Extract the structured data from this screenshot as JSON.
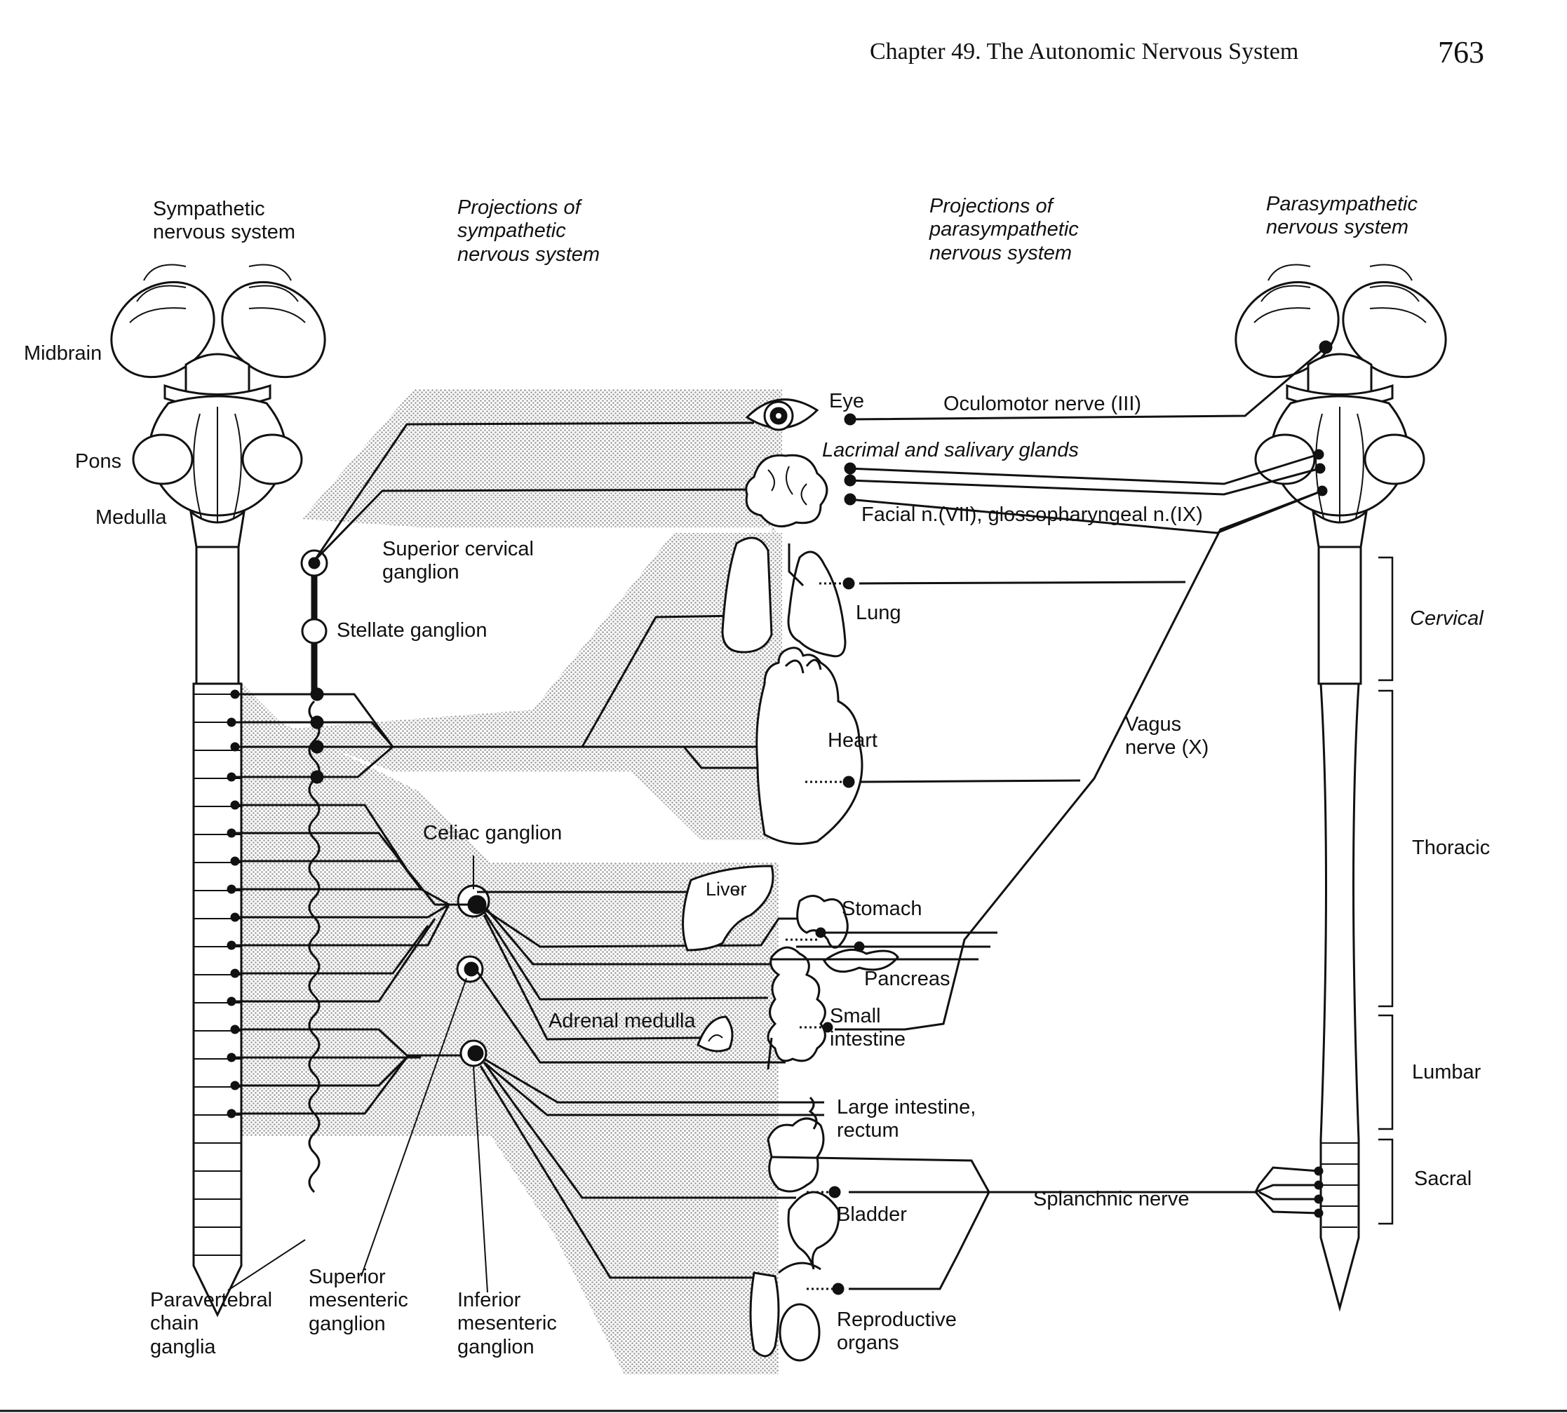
{
  "header": {
    "running_title": "Chapter 49.  The Autonomic Nervous System",
    "page_number": "763"
  },
  "columns": {
    "sympathetic": "Sympathetic\nnervous system",
    "sympathetic_projections": "Projections of\nsympathetic\nnervous system",
    "parasympathetic_projections": "Projections of\nparasympathetic\nnervous system",
    "parasympathetic": "Parasympathetic\nnervous system"
  },
  "brain_labels": {
    "midbrain": "Midbrain",
    "pons": "Pons",
    "medulla": "Medulla"
  },
  "ganglia": {
    "superior_cervical": "Superior cervical\nganglion",
    "stellate": "Stellate ganglion",
    "celiac": "Celiac ganglion",
    "paravertebral": "Paravertebral\nchain\nganglia",
    "superior_mesenteric": "Superior\nmesenteric\nganglion",
    "inferior_mesenteric": "Inferior\nmesenteric\nganglion"
  },
  "organs": {
    "eye": "Eye",
    "lacrimal": "Lacrimal and salivary glands",
    "lung": "Lung",
    "heart": "Heart",
    "liver": "Liver",
    "stomach": "Stomach",
    "pancreas": "Pancreas",
    "adrenal": "Adrenal medulla",
    "small_intestine": "Small\nintestine",
    "large_intestine": "Large intestine,\nrectum",
    "bladder": "Bladder",
    "reproductive": "Reproductive\norgans"
  },
  "nerves": {
    "oculomotor": "Oculomotor nerve (III)",
    "facial": "Facial n.(VII), glossopharyngeal n.(IX)",
    "vagus": "Vagus\nnerve (X)",
    "splanchnic": "Splanchnic nerve"
  },
  "spinal_regions": {
    "cervical": "Cervical",
    "thoracic": "Thoracic",
    "lumbar": "Lumbar",
    "sacral": "Sacral"
  }
}
